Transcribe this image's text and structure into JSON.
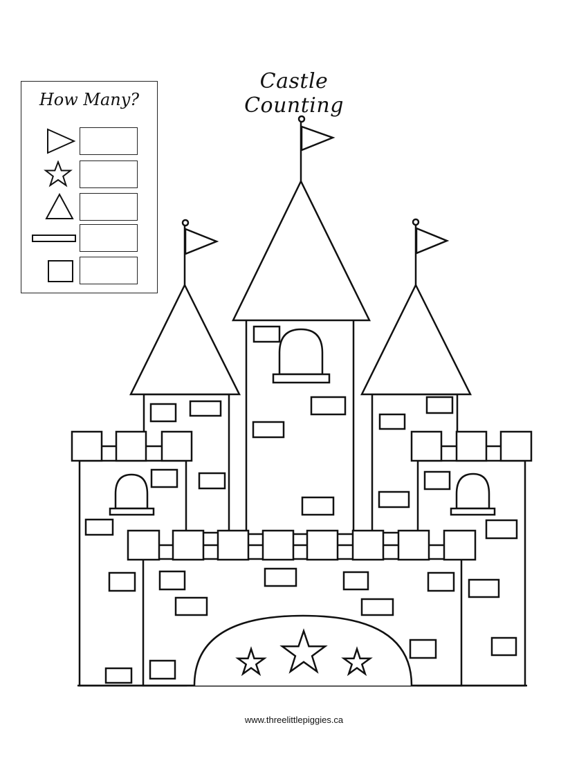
{
  "title": "Castle Counting",
  "counter": {
    "heading": "How Many?",
    "rows": [
      {
        "icon": "right-pointing-triangle-icon"
      },
      {
        "icon": "star-icon"
      },
      {
        "icon": "triangle-icon"
      },
      {
        "icon": "long-rectangle-icon"
      },
      {
        "icon": "square-icon"
      }
    ]
  },
  "footer": "www.threelittlepiggies.ca",
  "colors": {
    "line": "#111111",
    "background": "#ffffff"
  }
}
